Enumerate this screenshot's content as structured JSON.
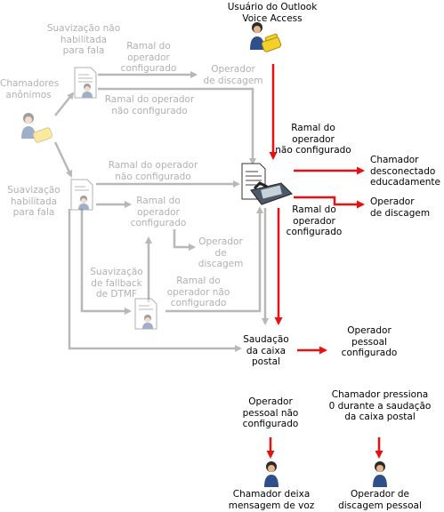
{
  "colors": {
    "gray": "#b8b8b8",
    "red": "#e81010",
    "text_gray": "#a9a9a9",
    "text_black": "#000000"
  },
  "icons": {
    "top_user": "person-phone-icon",
    "anon": "phone-person-icon",
    "speech_hub": "document-person-icon",
    "speech_on": "document-person-icon",
    "dtmf": "document-person-icon",
    "center": "document-phone-icon",
    "end_voice": "person-icon",
    "end_personal": "person-icon"
  },
  "labels": {
    "outlook_user": "Usuário do Outlook\nVoice Access",
    "speech_disabled": "Suavização não\nhabilitada\npara fala",
    "anon_callers": "Chamadores\nanônimos",
    "ext_configured_1": "Ramal do\noperador\nconfigurado",
    "op_dial_1": "Operador\nde discagem",
    "ext_not_configured_1": "Ramal do operador\nnão configurado",
    "ext_not_configured_2": "Ramal do operador\nnão configurado",
    "speech_enabled": "Suavização\nhabilitada\npara fala",
    "ext_configured_2": "Ramal do\noperador\nconfigurado",
    "op_dial_2": "Operador\nde\ndiscagem",
    "dtmf_fallback": "Suavização\nde fallback\nde DTMF",
    "ext_not_configured_3": "Ramal do\noperador não\nconfigurado",
    "ext_not_configured_red": "Ramal do\noperador\nnão configurado",
    "caller_disconnected": "Chamador\ndesconectado\neducadamente",
    "op_dial_right": "Operador\nde discagem",
    "ext_configured_red": "Ramal do\noperador\nconfigurado",
    "mailbox_greeting": "Saudação\nda caixa\npostal",
    "personal_op_configured": "Operador\npessoal\nconfigurado",
    "press_zero": "Chamador pressiona\n0 durante a saudação\nda caixa postal",
    "personal_op_not_configured": "Operador\npessoal não\nconfigurado",
    "voice_message": "Chamador deixa\nmensagem de voz",
    "personal_dial_op": "Operador de\ndiscagem pessoal"
  }
}
